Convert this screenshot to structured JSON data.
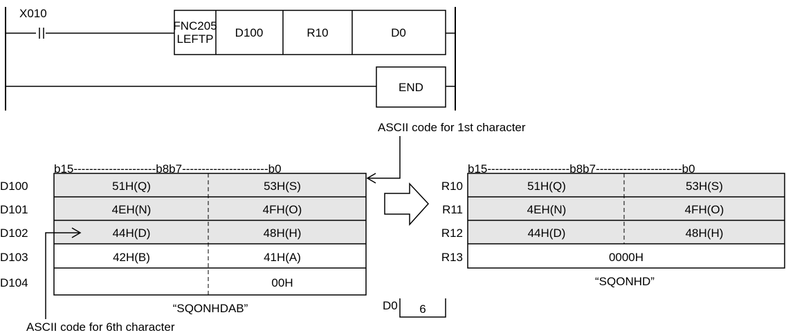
{
  "ladder": {
    "contact_label": "X010",
    "instruction_fnc": "FNC205",
    "instruction_name": "LEFTP",
    "operand_s": "D100",
    "operand_n": "R10",
    "operand_d": "D0",
    "end_label": "END"
  },
  "annotations": {
    "first_char": "ASCII code for 1st character",
    "sixth_char": "ASCII code for 6th character"
  },
  "source": {
    "bit_header": "b15---------------------b8b7----------------------b0",
    "rows": [
      {
        "reg": "D100",
        "high": "51H(Q)",
        "low": "53H(S)",
        "shaded": true
      },
      {
        "reg": "D101",
        "high": "4EH(N)",
        "low": "4FH(O)",
        "shaded": true
      },
      {
        "reg": "D102",
        "high": "44H(D)",
        "low": "48H(H)",
        "shaded": true
      },
      {
        "reg": "D103",
        "high": "42H(B)",
        "low": "41H(A)",
        "shaded": false
      },
      {
        "reg": "D104",
        "high": "",
        "low": "00H",
        "shaded": false
      }
    ],
    "string": "“SQONHDAB”"
  },
  "dest": {
    "bit_header": "b15---------------------b8b7----------------------b0",
    "rows": [
      {
        "reg": "R10",
        "high": "51H(Q)",
        "low": "53H(S)",
        "shaded": true
      },
      {
        "reg": "R11",
        "high": "4EH(N)",
        "low": "4FH(O)",
        "shaded": true
      },
      {
        "reg": "R12",
        "high": "44H(D)",
        "low": "48H(H)",
        "shaded": true
      },
      {
        "reg": "R13",
        "full": "0000H",
        "shaded": false
      }
    ],
    "string": "“SQONHD”"
  },
  "count": {
    "label": "D0",
    "value": "6"
  },
  "colors": {
    "shade": "#e6e6e6",
    "line": "#000000"
  }
}
